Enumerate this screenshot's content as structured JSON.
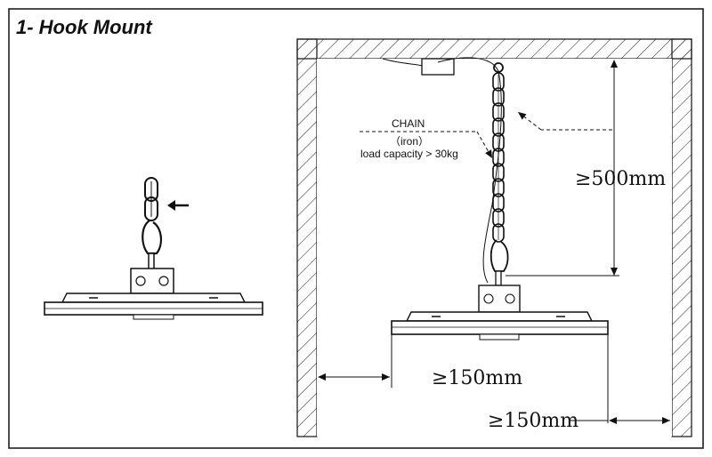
{
  "title": "1- Hook Mount",
  "chain_label": {
    "name": "CHAIN",
    "material": "（iron）",
    "capacity": "load capacity > 30kg"
  },
  "dimensions": {
    "ceiling_gap": "≥500mm",
    "side_gap_left": "≥150mm",
    "side_gap_right": "≥150mm"
  }
}
